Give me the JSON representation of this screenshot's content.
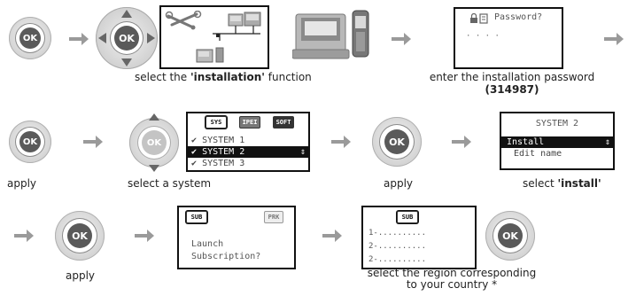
{
  "ok_label": "OK",
  "captions": {
    "select_installation_prefix": "select the ",
    "select_installation_bold": "'installation'",
    "select_installation_suffix": " function",
    "enter_password_line1": "enter the installation password",
    "enter_password_line2": "(314987)",
    "apply_1": "apply",
    "select_system": "select a system",
    "apply_2": "apply",
    "select_install_prefix": "select ",
    "select_install_bold": "'install'",
    "apply_3": "apply",
    "select_region_line1": "select the region corresponding",
    "select_region_line2": "to your country *"
  },
  "password_screen": {
    "title": "Password?",
    "dots": "· · · ·"
  },
  "system_list_screen": {
    "tabs": [
      "SYS",
      "IPEI",
      "SOFT"
    ],
    "items": [
      "SYSTEM 1",
      "SYSTEM 2",
      "SYSTEM 3"
    ],
    "selected_index": 1
  },
  "system_menu_screen": {
    "title": "SYSTEM 2",
    "items": [
      "Install",
      "Edit name"
    ],
    "selected_index": 0
  },
  "subscription_screen": {
    "tabs": [
      "SUB",
      "PRK"
    ],
    "line1": "Launch",
    "line2": "Subscription?"
  },
  "region_screen": {
    "tab": "SUB",
    "lines": [
      "1-..........",
      "2-..........",
      "2-.........."
    ]
  },
  "colors": {
    "arrow": "#9a9a9a",
    "key_grey": "#d4d4d4",
    "selection": "#111111"
  }
}
